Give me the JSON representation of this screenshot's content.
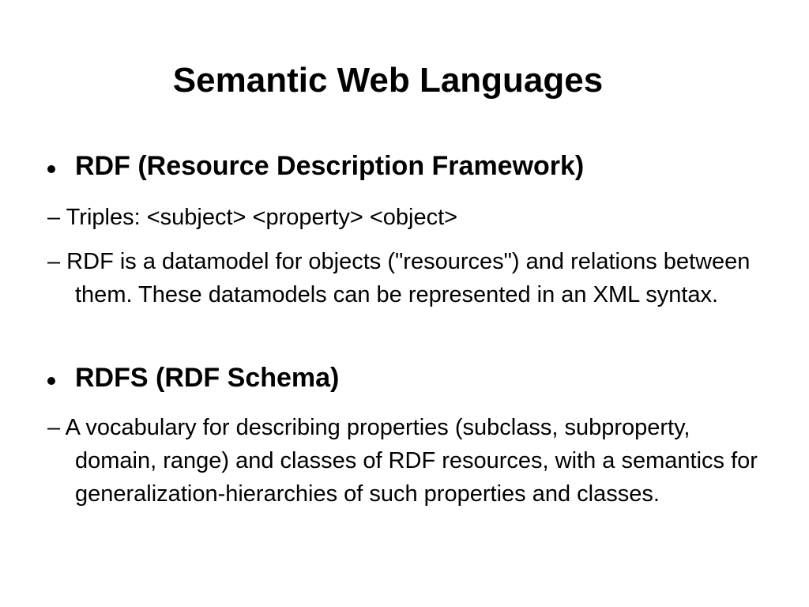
{
  "slide": {
    "title": "Semantic Web Languages",
    "bullets": [
      {
        "label": "RDF (Resource Description Framework)",
        "subitems": [
          "– Triples: <subject> <property> <object>",
          "– RDF is a datamodel for objects (\"resources\") and relations between them. These datamodels can be represented in an XML syntax."
        ]
      },
      {
        "label": "RDFS (RDF Schema)",
        "subitems": [
          "– A vocabulary for describing properties (subclass, subproperty, domain, range) and classes of RDF resources, with a semantics for generalization-hierarchies of such properties and classes."
        ]
      }
    ]
  }
}
